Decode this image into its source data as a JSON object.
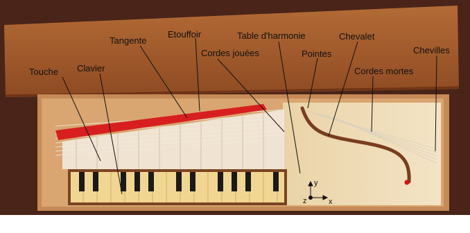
{
  "labels": {
    "touche": "Touche",
    "clavier": "Clavier",
    "tangente": "Tangente",
    "etouffoir": "Etouffoir",
    "cordes_jouees": "Cordes jouées",
    "table_harmonie": "Table d'harmonie",
    "pointes": "Pointes",
    "chevalet": "Chevalet",
    "cordes_mortes": "Cordes mortes",
    "chevilles": "Chevilles"
  },
  "axes": {
    "x": "x",
    "y": "y",
    "z": "z"
  },
  "colors": {
    "lid_wood": "#a0582c",
    "case_wood": "#c98e5a",
    "soundboard": "#efdcb8",
    "tangent_felt": "#d81f1f",
    "bridge": "#7a3d1e",
    "origin_dot": "#e01010",
    "keys_natural": "#f1d691",
    "keys_sharp": "#1a1a1a"
  }
}
